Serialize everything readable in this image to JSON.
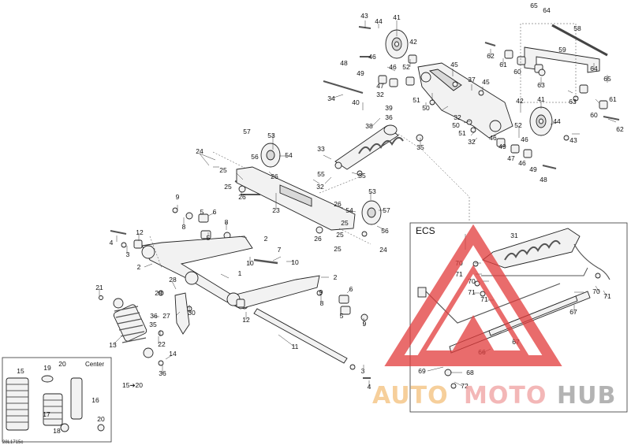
{
  "drawing_code": "28L1715c",
  "callouts": [
    "1",
    "2",
    "3",
    "4",
    "5",
    "6",
    "7",
    "8",
    "9",
    "10",
    "11",
    "12",
    "13",
    "14",
    "15",
    "16",
    "17",
    "18",
    "19",
    "20",
    "21",
    "22",
    "23",
    "24",
    "25",
    "26",
    "27",
    "28",
    "29",
    "30",
    "31",
    "32",
    "33",
    "34",
    "35",
    "36",
    "37",
    "38",
    "39",
    "40",
    "41",
    "42",
    "43",
    "44",
    "45",
    "46",
    "47",
    "48",
    "49",
    "50",
    "51",
    "52",
    "53",
    "54",
    "55",
    "56",
    "57",
    "58",
    "59",
    "60",
    "61",
    "62",
    "63",
    "64",
    "65",
    "66",
    "67",
    "68",
    "69",
    "70",
    "71",
    "72"
  ],
  "inset_center": {
    "title": "Center",
    "label_15": "15",
    "label_16": "16",
    "label_17": "17",
    "label_18": "18",
    "label_19": "19",
    "label_20a": "20",
    "label_20b": "20"
  },
  "inset_ecs": {
    "title": "ECS"
  },
  "link_label": "15➔20",
  "watermark": {
    "text_auto": "AUTO",
    "text_moto": "MOTO",
    "text_hub": "HUB",
    "colors": {
      "auto": "#f4c07a",
      "moto": "#f0a0a0",
      "hub": "#9a9a9a",
      "triangle": "#e23c3c"
    }
  }
}
